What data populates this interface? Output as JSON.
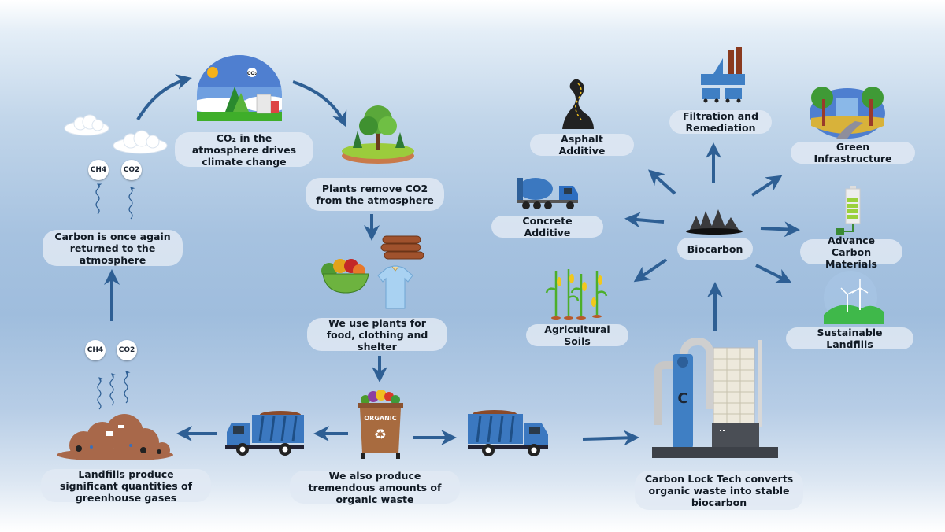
{
  "diagram": {
    "title": "Carbon cycle with Carbon Lock Tech biocarbon",
    "colors": {
      "arrow": "#2e5f94",
      "bubble": "#e1e9f3",
      "text": "#111a24"
    },
    "gas_labels": {
      "ch4": "CH4",
      "co2": "CO2",
      "co2_sky": "CO₂"
    },
    "bin_label": "ORGANIC",
    "cycle_steps": [
      {
        "id": "atmosphere",
        "label": "CO₂ in the atmosphere drives climate change"
      },
      {
        "id": "plants",
        "label": "Plants remove CO2 from the atmosphere"
      },
      {
        "id": "use",
        "label": "We use plants for food, clothing and shelter"
      },
      {
        "id": "waste",
        "label": "We also produce tremendous amounts of organic waste"
      },
      {
        "id": "landfill",
        "label": "Landfills produce significant quantities of greenhouse gases"
      },
      {
        "id": "return",
        "label": "Carbon is once again returned to the atmosphere"
      },
      {
        "id": "carbonlock",
        "label": "Carbon Lock Tech converts organic waste into stable biocarbon"
      }
    ],
    "hub": {
      "label": "Biocarbon"
    },
    "applications": [
      {
        "id": "asphalt",
        "label": "Asphalt Additive"
      },
      {
        "id": "filtration",
        "label": "Filtration and Remediation"
      },
      {
        "id": "green",
        "label": "Green Infrastructure"
      },
      {
        "id": "concrete",
        "label": "Concrete Additive"
      },
      {
        "id": "advanced",
        "label": "Advance Carbon Materials"
      },
      {
        "id": "agri",
        "label": "Agricultural Soils"
      },
      {
        "id": "sustain",
        "label": "Sustainable Landfills"
      }
    ]
  }
}
